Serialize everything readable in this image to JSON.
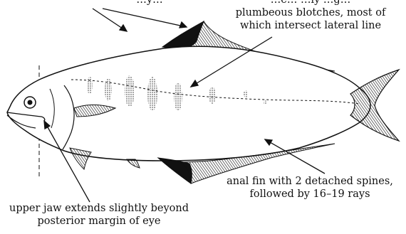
{
  "figure": {
    "labels": {
      "dorsal_fin": "…y…",
      "blotches": [
        "…e…  …ly …g…",
        "plumbeous blotches, most of",
        "which intersect lateral line"
      ],
      "anal_fin": [
        "anal fin with 2 detached spines,",
        "followed by 16–19 rays"
      ],
      "upper_jaw": [
        "upper jaw extends slightly beyond",
        "posterior margin of eye"
      ]
    },
    "blotch_count": 8,
    "colors": {
      "ink": "#111111",
      "background": "#ffffff"
    }
  }
}
